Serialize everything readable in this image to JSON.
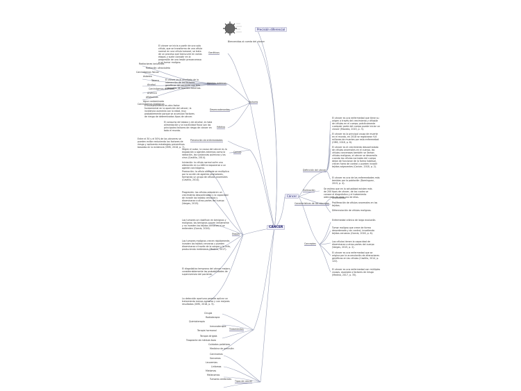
{
  "central": "CÁNCER",
  "top": {
    "title": "Precisión diferencial",
    "subtitle": "Bienvenidos al cuenta del cáncer"
  },
  "right": {
    "section_title": "Definición del cáncer",
    "definition_notes": [
      "El cáncer es una enfermedad que tiene su origen a través del crecimiento y difusión de células en el cuerpo; prácticamente cualquier parte del cuerpo puede iniciar un cáncer (Macedo, 2015, p. 3).",
      "El cáncer es la principal causa de muerte en el mundo, en 2018 se registraron 9,6 millones de muertes por esta enfermedad (OMS, 2018, p. 6).",
      "El cáncer es el crecimiento descontrolado de células anormales en el cuerpo, las células cancerosas también se llaman células malignas; el cáncer se desarrolla cuando las células normales del cuerpo dejan de funcionar de la forma habitual, crecen fuera de control y pueden invadir tejidos adyacentes (Cancer, 2018, p. 2).",
      "El cáncer es una de las enfermedades más temidas por la población (Domínguez, 2015, p. 4)."
    ],
    "estimation_title": "Estimación",
    "estimation_note": "Se estima que en la actualidad existen más de 200 tipos de cáncer, de los cuales se conoce el diagnóstico y el tratamiento adecuado de cada uno de ellos.",
    "features_title": "Características de los cánceres",
    "features": [
      "Crecimiento.",
      "Proliferación de células anormales en los tejidos.",
      "Diferenciación de células malignas."
    ],
    "concepts_title": "Conceptos",
    "concept_items": [
      "Enfermedad crónica de larga evolución.",
      "Tumor maligno que crece de forma desordenada y sin control, invadiendo tejidos cercanos (García, 2016, p. 6).",
      "Las células tienen la capacidad de diseminarse a otras partes del cuerpo (Vargas, 2015, p. 2).",
      "El cáncer es una enfermedad que se origina por la acumulación de alteraciones genéticas en las células (Castillo, 2014, p. 122).",
      "El cáncer es una enfermedad con múltiples causas, asociada a factores de riesgo (Medina, 2017, p. 35)."
    ]
  },
  "left": {
    "factors_title": "Factores",
    "factors": {
      "genetic_label": "Genéticos",
      "genetic_note": "El cáncer se inicia a partir de una sola célula, que se transforma de una célula normal en una célula tumoral; se trata de un proceso que transcurre en varias etapas y suele consistir en la progresión de una lesión precancerosa a un tumor maligno.",
      "external_label": "Agentes externos",
      "external_list": [
        "Radiaciones ionizantes",
        "Radiación ultravioleta",
        "Carcinógenos físicos",
        "Asbesto",
        "Tabaco",
        "Alcohol",
        "Carcinógenos químicos",
        "Arsénico",
        "Aflatoxinas",
        "Agua contaminada",
        "Carcinógenos biológicos"
      ],
      "external_note": "El cáncer es el resultado de la interacción de los factores genéticos del paciente con tres categorías de agentes externos.",
      "trigger_label": "Desencadenantes",
      "trigger_note": "El envejecimiento es otro factor fundamental en la aparición del cáncer; la incidencia aumenta con la edad, muy probablemente porque se acumulan factores de riesgo de determinados tipos de cáncer.",
      "lifestyle_label": "Hábitos",
      "lifestyle_note": "El consumo de tabaco y de alcohol, la mala alimentación y la inactividad física son los principales factores de riesgo de cáncer en todo el mundo."
    },
    "prevention_label": "Prevención de enfermedades",
    "prevention_note": "Entre el 30 y el 50% de los cánceres se pueden evitar reduciendo los factores de riesgo y aplicando estrategias preventivas basadas en la evidencia (OMS, 2018, p. 7).",
    "causes_title": "Causas",
    "causes_quote": "Según el autor, la causa del cáncer es la exposición a agentes externos como la radiación, las sustancias químicas y los virus (Castillo, 2014).",
    "stages_title": "Etapas",
    "stages_notes": [
      "Iniciación: la célula normal sufre una alteración en su ADN al exponerse a un agente carcinógeno.",
      "Promoción: la célula alterada se multiplica por la acción de agentes promotores, formando un grupo de células anormales (Castillo, 2014).",
      "Progresión: las células adquieren un crecimiento descontrolado y la capacidad de invadir los tejidos cercanos y diseminarse a otras partes del cuerpo (Vargas, 2015).",
      "Los tumores se clasifican en benignos y malignos; los benignos crecen lentamente y no invaden los tejidos cercanos ni se extienden (García, 2016).",
      "Los tumores malignos crecen rápidamente, invaden los tejidos cercanos y pueden diseminarse a través de la sangre y la linfa, produciendo metástasis (Medina, 2017).",
      "El diagnóstico temprano del cáncer mejora considerablemente las probabilidades de supervivencia del paciente.",
      "La detección oportuna permite aplicar un tratamiento menos agresivo y con mejores resultados (OMS, 2018, p. 9)."
    ],
    "treatment_title": "Tratamientos",
    "treatment_list": [
      "Cirugía",
      "Radioterapia",
      "Quimioterapia",
      "Inmunoterapia",
      "Terapia hormonal",
      "Terapia dirigida",
      "Trasplante de médula ósea",
      "Cuidados paliativos",
      "Medicina de precisión"
    ],
    "types_title": "Tipos de cáncer",
    "types_list": [
      "Carcinomas",
      "Sarcomas",
      "Leucemias",
      "Linfomas",
      "Mielomas",
      "Melanomas",
      "Tumores cerebrales"
    ]
  }
}
